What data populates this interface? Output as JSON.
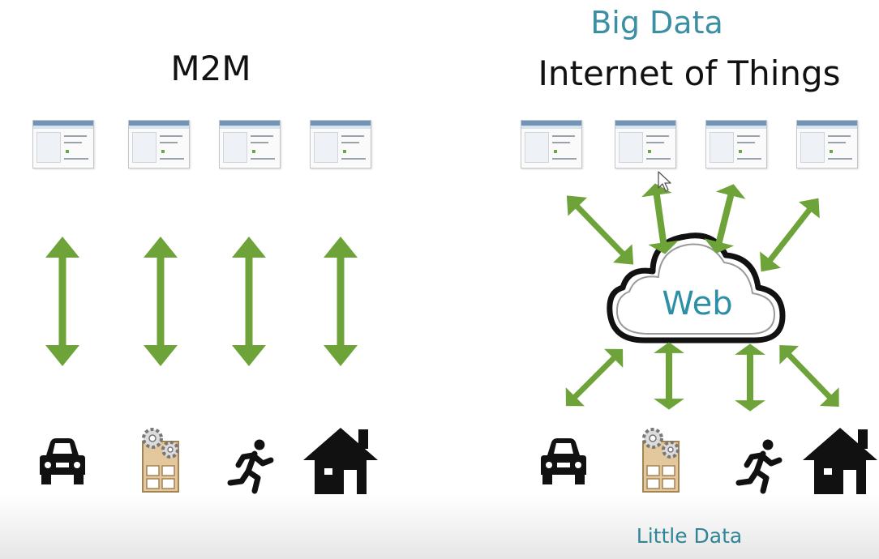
{
  "left_panel": {
    "title": "M2M",
    "screens": [
      "app-window",
      "app-window",
      "app-window",
      "app-window"
    ],
    "devices": [
      "car-icon",
      "factory-icon",
      "runner-icon",
      "house-icon"
    ]
  },
  "right_panel": {
    "title_top": "Big Data",
    "title_main": "Internet of Things",
    "cloud_label": "Web",
    "footer_label": "Little Data",
    "screens": [
      "app-window",
      "app-window",
      "app-window",
      "app-window"
    ],
    "devices": [
      "car-icon",
      "factory-icon",
      "runner-icon",
      "house-icon"
    ]
  },
  "colors": {
    "arrow": "#6ea33a",
    "accent_text": "#2f8d9f",
    "icon_dark": "#111111",
    "factory_body": "#e3c79d",
    "window_titlebar": "#6f93b9"
  }
}
